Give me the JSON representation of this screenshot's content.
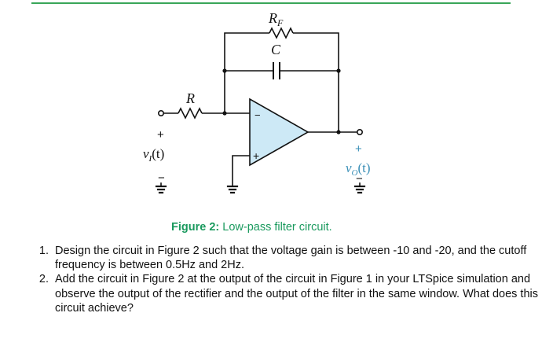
{
  "figure": {
    "labels": {
      "rf": "R",
      "rf_sub": "F",
      "c": "C",
      "r": "R",
      "vin": "v",
      "vin_sub": "I",
      "vin_arg": "(t)",
      "vout": "v",
      "vout_sub": "O",
      "vout_arg": "(t)",
      "plus_in": "+",
      "minus_in": "−",
      "plus_out": "+",
      "minus_out": "−",
      "opamp_minus": "−",
      "opamp_plus": "+"
    },
    "caption_label": "Figure 2:",
    "caption_text": " Low-pass filter circuit."
  },
  "tasks": [
    "Design the circuit in Figure 2 such that the voltage gain is between -10 and -20, and the cutoff frequency is between 0.5Hz and 2Hz.",
    "Add the circuit in Figure 2 at the output of the circuit in Figure 1 in your LTSpice simulation and observe the output of the rectifier and the output of the filter in the same window. What does this circuit achieve?"
  ],
  "colors": {
    "accent": "#1a9a5e",
    "rule": "#39a659",
    "opamp_fill": "#cde9f6"
  }
}
